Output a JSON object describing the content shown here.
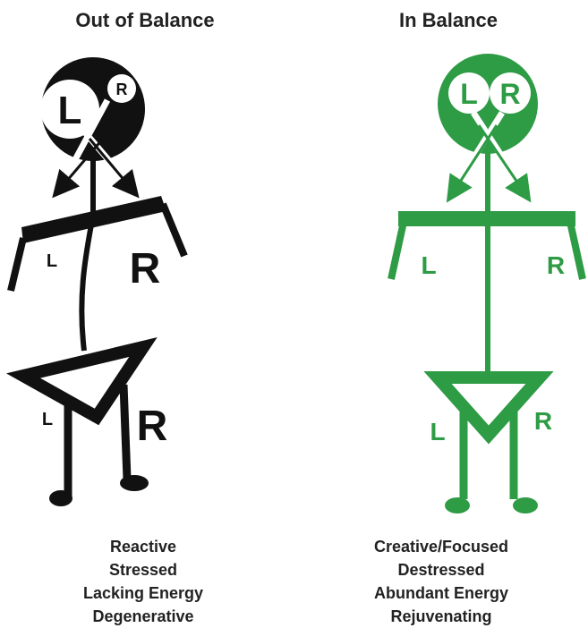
{
  "colors": {
    "out": "#111111",
    "in": "#2e9b45"
  },
  "panels": [
    {
      "title": "Out of Balance",
      "labels": {
        "head_L": "L",
        "head_R": "R",
        "torso_L": "L",
        "torso_R": "R",
        "hips_L": "L",
        "hips_R": "R"
      },
      "lines": [
        "Reactive",
        "Stressed",
        "Lacking Energy",
        "Degenerative"
      ]
    },
    {
      "title": "In Balance",
      "labels": {
        "head_L": "L",
        "head_R": "R",
        "torso_L": "L",
        "torso_R": "R",
        "hips_L": "L",
        "hips_R": "R"
      },
      "lines": [
        "Creative/Focused",
        "Destressed",
        "Abundant Energy",
        "Rejuvenating"
      ]
    }
  ]
}
